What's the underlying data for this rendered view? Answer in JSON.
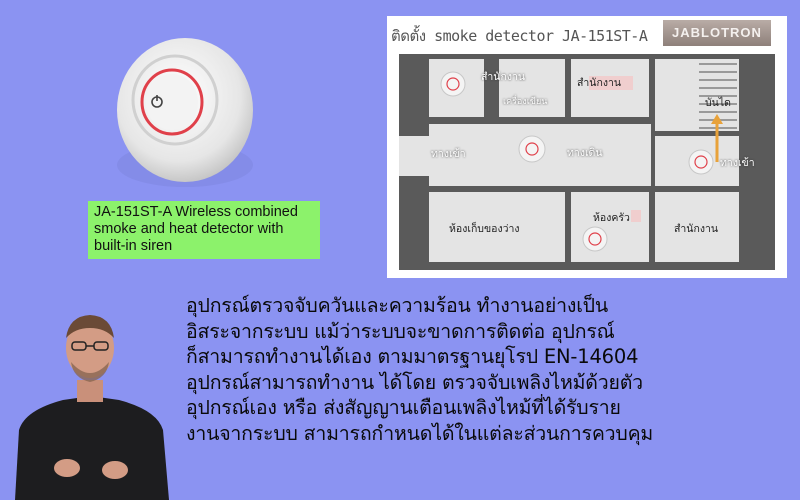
{
  "caption": {
    "lines": [
      "JA-151ST-A Wireless combined",
      "smoke and heat detector with",
      "built-in siren"
    ]
  },
  "plan": {
    "title": "ติดตั้ง smoke detector JA-151ST-A",
    "brand": "JABLOTRON",
    "rooms": {
      "office_1": "สำนักงาน",
      "office_2": "สำนักงาน",
      "office_3": "สำนักงาน",
      "machine_room": "เครื่องเขียน",
      "stairs": "บันได",
      "entrance_left": "ทางเข้า",
      "hallway": "ทางเดิน",
      "entrance_right": "ทางเข้า",
      "storage": "ห้องเก็บของว่าง",
      "kitchen": "ห้องครัว"
    }
  },
  "description": {
    "lines": [
      "อุปกรณ์ตรวจจับควันและความร้อน ทำงานอย่างเป็น",
      "อิสระจากระบบ แม้ว่าระบบจะขาดการติดต่อ อุปกรณ์",
      "ก็สามารถทำงานได้เอง ตามมาตรฐานยุโรป EN-14604",
      "อุปกรณ์สามารถทำงาน ได้โดย ตรวจจับเพลิงไหม้ด้วยตัว",
      "อุปกรณ์เอง หรือ ส่งสัญญานเตือนเพลิงไหม้ที่ได้รับราย",
      "งานจากระบบ สามารถกำหนดได้ในแต่ละส่วนการควบคุม"
    ]
  },
  "colors": {
    "background": "#8b93f2",
    "caption_bg": "#8cf26b",
    "detector_ring": "#e0404a"
  }
}
